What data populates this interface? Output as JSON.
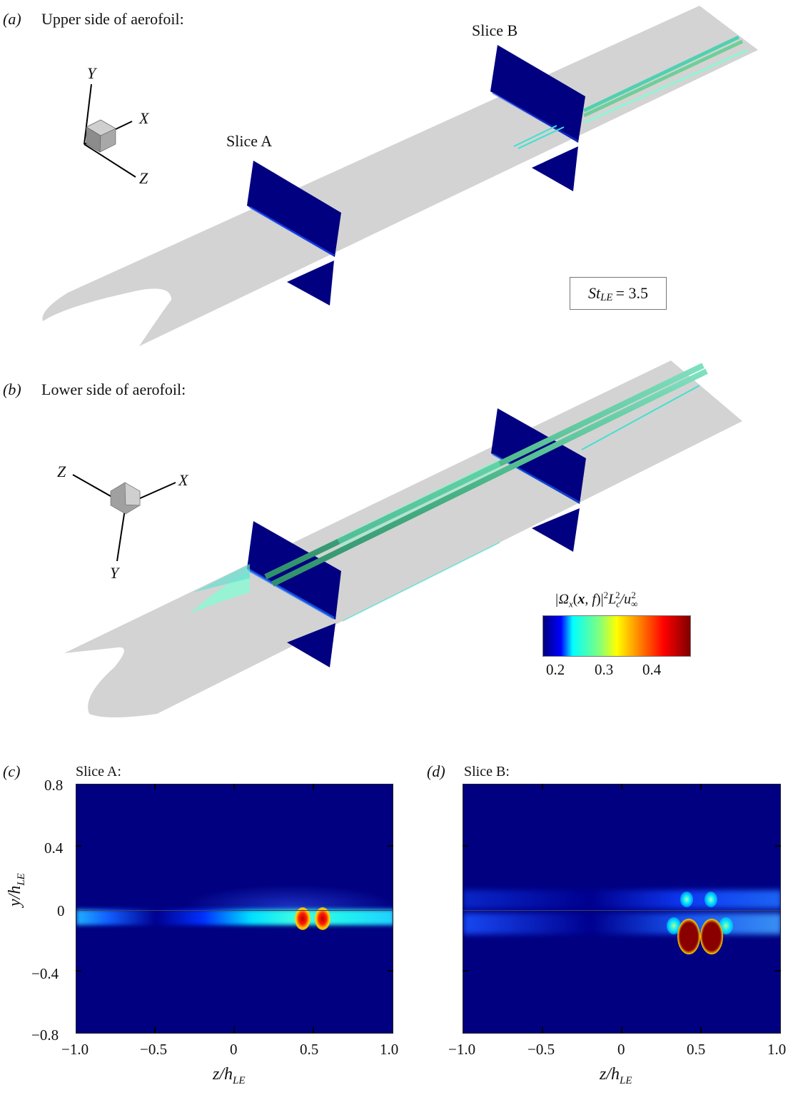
{
  "panel_a": {
    "tag": "(a)",
    "title": "Upper side of aerofoil:",
    "slice_a_label": "Slice A",
    "slice_b_label": "Slice B",
    "axes": {
      "x": "X",
      "y": "Y",
      "z": "Z"
    },
    "strouhal_box": {
      "symbol": "St",
      "subscript": "LE",
      "equals": "= 3.5"
    }
  },
  "panel_b": {
    "tag": "(b)",
    "title": "Lower side of aerofoil:",
    "axes": {
      "x": "X",
      "y": "Y",
      "z": "Z"
    },
    "colorbar": {
      "label_parts": [
        "|Ω",
        "x",
        "(",
        "x",
        ", ",
        "f",
        ")|",
        "2",
        "L",
        "c",
        "2",
        "/u",
        "∞",
        "2"
      ],
      "label_text": "|Ωx(x, f)|²Lc²/u∞²",
      "ticks": [
        "0.2",
        "0.3",
        "0.4"
      ],
      "colors": [
        "#00007f",
        "#0000ff",
        "#00ffff",
        "#7fff7f",
        "#ffff00",
        "#ff7f00",
        "#ff0000",
        "#7f0000"
      ]
    }
  },
  "panel_c": {
    "tag": "(c)",
    "title": "Slice A:"
  },
  "panel_d": {
    "tag": "(d)",
    "title": "Slice B:"
  },
  "axis_common": {
    "xlabel_var": "z",
    "xlabel_sub": "LE",
    "xlabel_h": "h",
    "ylabel_var": "y",
    "ylabel_sub": "LE",
    "ylabel_h": "h",
    "xticks": [
      "−1.0",
      "−0.5",
      "0",
      "0.5",
      "1.0"
    ],
    "yticks": [
      "0.8",
      "0.4",
      "0",
      "−0.4",
      "−0.8"
    ]
  },
  "chart_data": [
    {
      "type": "heatmap",
      "title": "Slice A:",
      "panel": "c",
      "xlabel": "z/h_LE",
      "ylabel": "y/h_LE",
      "xlim": [
        -1.0,
        1.0
      ],
      "ylim": [
        -0.8,
        0.8
      ],
      "xticks": [
        -1.0,
        -0.5,
        0,
        0.5,
        1.0
      ],
      "yticks": [
        0.8,
        0.4,
        0,
        -0.4,
        -0.8
      ],
      "colorbar_label": "|Ωx(x, f)|²Lc²/u∞²",
      "colorbar_ticks": [
        0.2,
        0.3,
        0.4
      ],
      "features": [
        {
          "desc": "cyan band below wall",
          "z_range": [
            -1.0,
            1.0
          ],
          "y_range": [
            -0.08,
            0.0
          ],
          "level": 0.22
        },
        {
          "desc": "red peak",
          "z": 0.44,
          "y": -0.05,
          "level": 0.4
        },
        {
          "desc": "red peak",
          "z": 0.56,
          "y": -0.05,
          "level": 0.4
        }
      ]
    },
    {
      "type": "heatmap",
      "title": "Slice B:",
      "panel": "d",
      "xlabel": "z/h_LE",
      "ylabel": "y/h_LE",
      "xlim": [
        -1.0,
        1.0
      ],
      "ylim": [
        -0.8,
        0.8
      ],
      "xticks": [
        -1.0,
        -0.5,
        0,
        0.5,
        1.0
      ],
      "yticks": [
        0.8,
        0.4,
        0,
        -0.4,
        -0.8
      ],
      "colorbar_label": "|Ωx(x, f)|²Lc²/u∞²",
      "colorbar_ticks": [
        0.2,
        0.3,
        0.4
      ],
      "features": [
        {
          "desc": "cyan spot above wall",
          "z": 0.44,
          "y": 0.09,
          "level": 0.22
        },
        {
          "desc": "cyan spot above wall",
          "z": 0.56,
          "y": 0.09,
          "level": 0.22
        },
        {
          "desc": "cyan side lobe",
          "z": 0.34,
          "y": -0.1,
          "level": 0.22
        },
        {
          "desc": "cyan side lobe",
          "z": 0.66,
          "y": -0.1,
          "level": 0.22
        },
        {
          "desc": "dark-red saturated core",
          "z": 0.44,
          "y": -0.2,
          "level": 0.45
        },
        {
          "desc": "dark-red saturated core",
          "z": 0.56,
          "y": -0.2,
          "level": 0.45
        }
      ]
    }
  ]
}
